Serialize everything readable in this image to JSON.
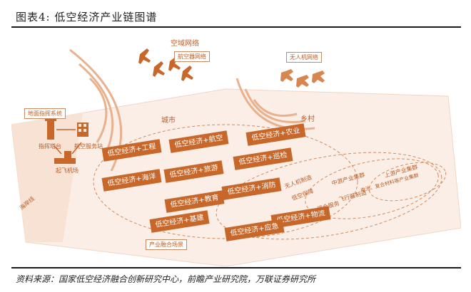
{
  "figure": {
    "title": "图表4:  低空经济产业链图谱",
    "source": "资料来源：国家低空经济融合创新研究中心，前瞻产业研究院，万联证券研究所"
  },
  "zones": {
    "airspace_network": "空域网络",
    "route_network": "航空器网络",
    "drone_network": "无人机网络",
    "city": "城市",
    "countryside": "乡村",
    "coastline": "海岸线"
  },
  "ground": {
    "system_callout": "地面指挥系统",
    "command_tower": "指挥塔台",
    "service_station": "航空服务站",
    "airport": "起飞机场"
  },
  "application_boxes": {
    "industry": "低空经济+工程",
    "aviation": "低空经济+航空",
    "agriculture": "低空经济+农业",
    "inspection": "低空经济+巡检",
    "tourism": "低空经济+旅游",
    "ocean": "低空经济+海洋",
    "firefighting": "低空经济+消防",
    "education": "低空经济+教育",
    "logistics": "低空经济+物流",
    "infrastructure": "低空经济+基建",
    "emergency": "低空经济+应急"
  },
  "industry_chain": {
    "drone_manufacturing": "无人机制造",
    "drone_protection": "低空保障",
    "comprehensive_service": "综合服务",
    "flight_manufacturing": "飞行器制造",
    "midstream": "中游产业集群",
    "downstream": "电池、复合材料等产业集群",
    "upstream": "上游产业集群",
    "integration_scene": "产业融合场景"
  },
  "colors": {
    "accent": "#c8672a",
    "line": "#e0a57d",
    "ground": "#fbeee6"
  }
}
